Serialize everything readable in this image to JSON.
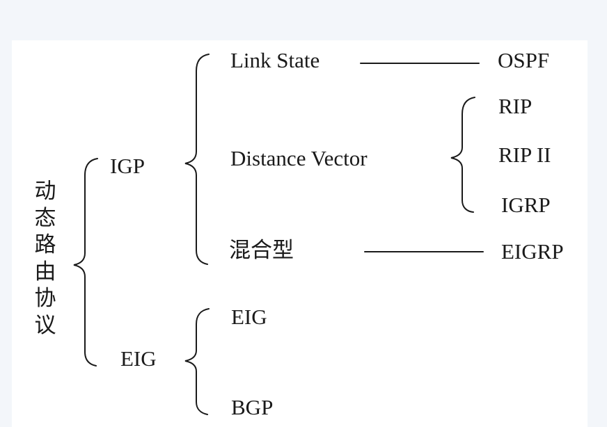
{
  "root": {
    "label": "动态路由协议"
  },
  "igp": {
    "label": "IGP",
    "link_state": {
      "label": "Link State",
      "protocol": "OSPF"
    },
    "distance_vector": {
      "label": "Distance Vector",
      "protocols": [
        "RIP",
        "RIP II",
        "IGRP"
      ]
    },
    "hybrid": {
      "label": "混合型",
      "protocol": "EIGRP"
    }
  },
  "eig": {
    "label": "EIG",
    "children": [
      "EIG",
      "BGP"
    ]
  },
  "colors": {
    "ink": "#1a1a1a",
    "background": "#f3f6fa",
    "panel": "#ffffff"
  }
}
